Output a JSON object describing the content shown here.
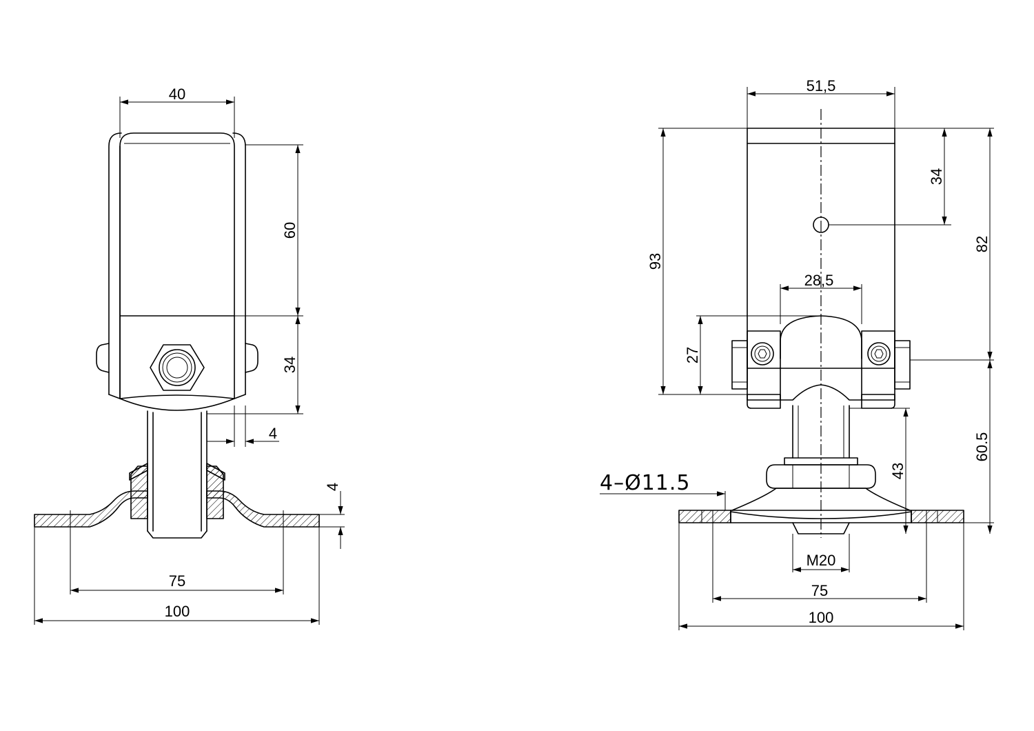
{
  "views": {
    "side": {
      "dims": {
        "top_width": "40",
        "upper_height": "60",
        "lower_height": "34",
        "offset": "4",
        "plate_thickness": "4",
        "hole_spacing": "75",
        "base_width": "100"
      }
    },
    "front": {
      "dims": {
        "top_width": "51,5",
        "hole_height": "34",
        "overall_height": "93",
        "body_height": "82",
        "clamp_width": "28,5",
        "clamp_height": "27",
        "stem_height": "43",
        "lower_height": "60.5",
        "holes_callout": "4–Ø11.5",
        "thread": "M20",
        "hole_spacing": "75",
        "base_width": "100"
      }
    }
  }
}
